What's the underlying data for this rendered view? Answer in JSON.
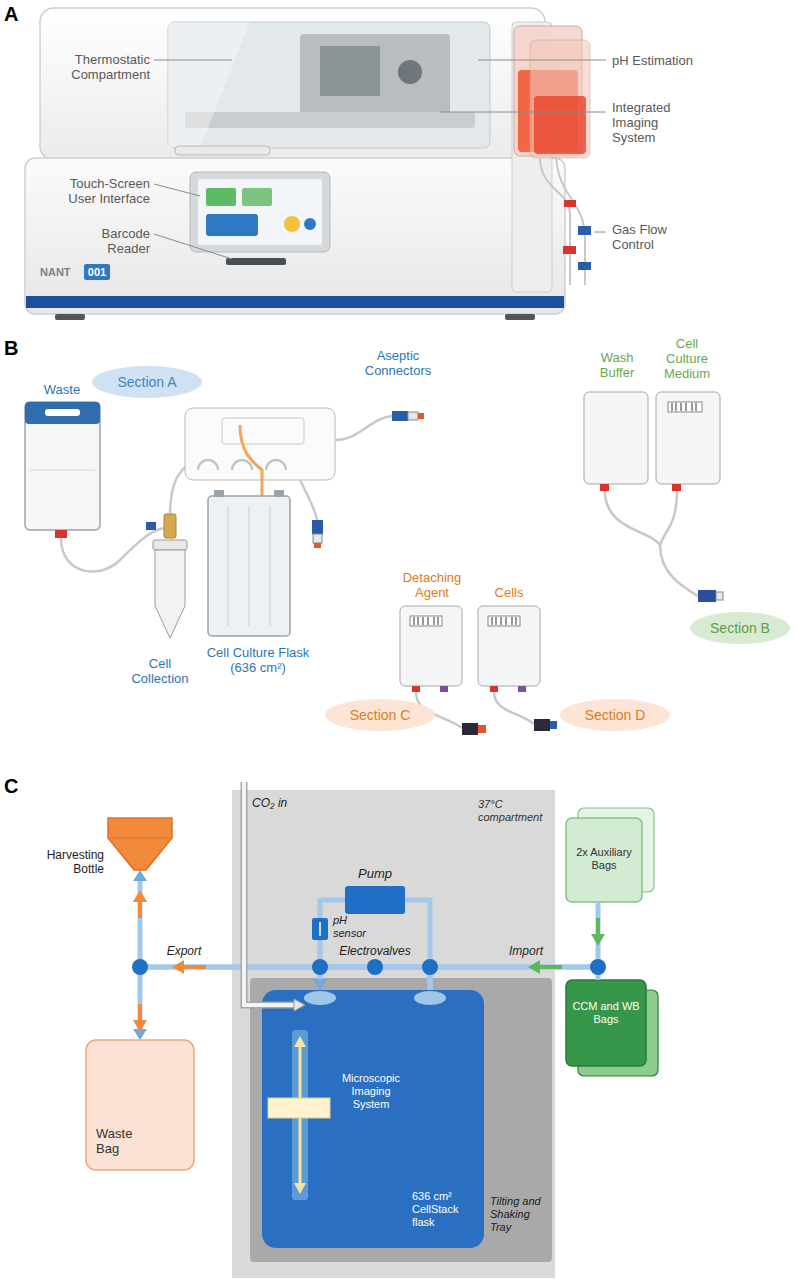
{
  "diagram": {
    "nodes": [
      {
        "text": [
          "Section A"
        ]
      },
      {
        "text": [
          "Section B"
        ]
      },
      {
        "text": [
          "Section C"
        ]
      },
      {
        "text": [
          "Section D"
        ]
      },
      {
        "text": [
          "Harvesting Bottle"
        ]
      },
      {
        "text": [
          "37°C compartment"
        ]
      },
      {
        "text": [
          "Pump"
        ],
        "in": 5
      },
      {
        "text": [
          "Tilting and Shaking Tray"
        ],
        "in": 5
      },
      {
        "text": [
          "636 cm² CellStack flask"
        ],
        "in": 7
      },
      {
        "text": [
          "2x Auxiliary Bags"
        ]
      },
      {
        "text": [
          "Waste Bag"
        ]
      },
      {
        "text": [
          "CCM and WB Bags"
        ]
      }
    ],
    "edges": [
      {
        "from": 9,
        "to": 8,
        "arrow": "to"
      },
      {
        "from": 11,
        "to": 8,
        "label": "Import",
        "arrow": "to"
      },
      {
        "from": 8,
        "to": 6,
        "arrow": "none"
      },
      {
        "from": 6,
        "to": 8,
        "arrow": "to"
      },
      {
        "from": 8,
        "to": 4,
        "label": "Export",
        "arrow": "to"
      },
      {
        "from": 8,
        "to": 10,
        "arrow": "to"
      }
    ],
    "labels": [
      "A",
      "Thermostatic Compartment",
      "Touch-Screen User Interface",
      "Barcode Reader",
      "pH Estimation",
      "Integrated Imaging System",
      "Gas Flow Control",
      "NANT",
      "001",
      "B",
      "Waste",
      "Aseptic Connectors",
      "Cell Collection",
      "Cell Culture Flask (636 cm²)",
      "Detaching Agent",
      "Cells",
      "Wash Buffer",
      "Cell Culture Medium",
      "C",
      "CO₂ in",
      "pH sensor",
      "Electrovalves",
      "Microscopic Imaging System"
    ]
  }
}
